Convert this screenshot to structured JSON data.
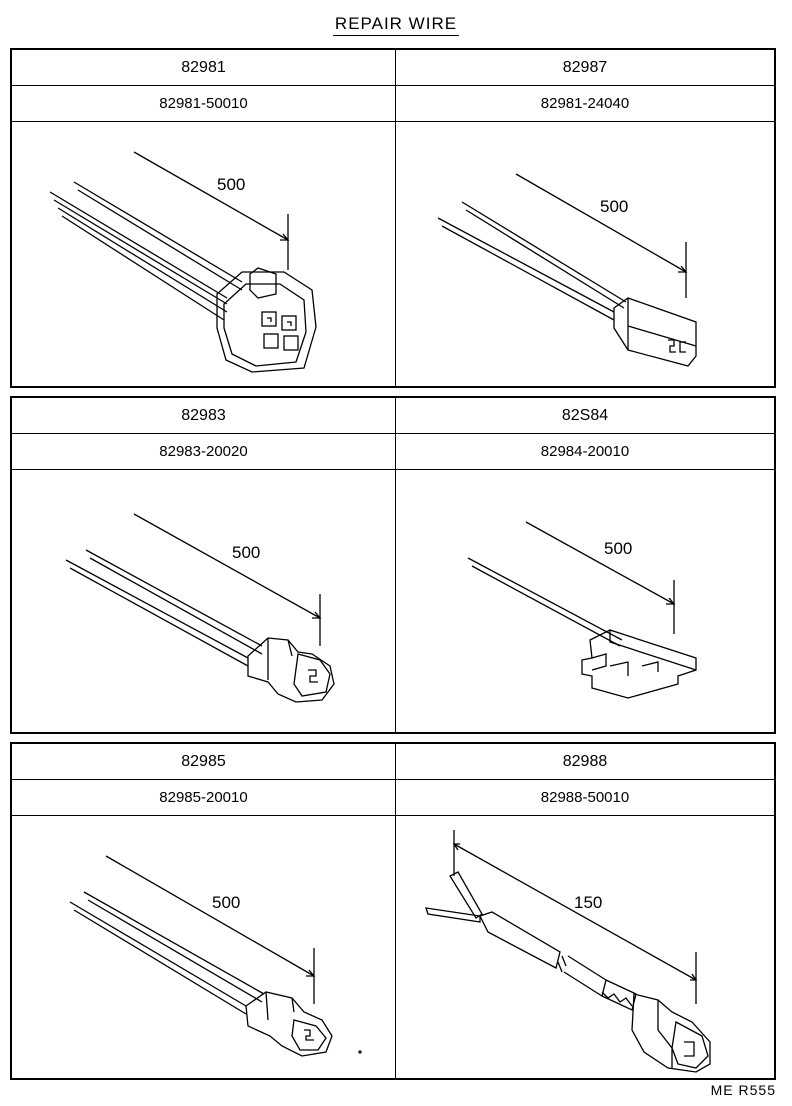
{
  "title": "REPAIR WIRE",
  "panels": [
    {
      "left": {
        "code": "82981",
        "part": "82981-50010",
        "dimension": "500"
      },
      "right": {
        "code": "82987",
        "part": "82981-24040",
        "dimension": "500"
      }
    },
    {
      "left": {
        "code": "82983",
        "part": "82983-20020",
        "dimension": "500"
      },
      "right": {
        "code": "82S84",
        "part": "82984-20010",
        "dimension": "500"
      }
    },
    {
      "left": {
        "code": "82985",
        "part": "82985-20010",
        "dimension": "500"
      },
      "right": {
        "code": "82988",
        "part": "82988-50010",
        "dimension": "150"
      }
    }
  ],
  "footer": "ME R555"
}
